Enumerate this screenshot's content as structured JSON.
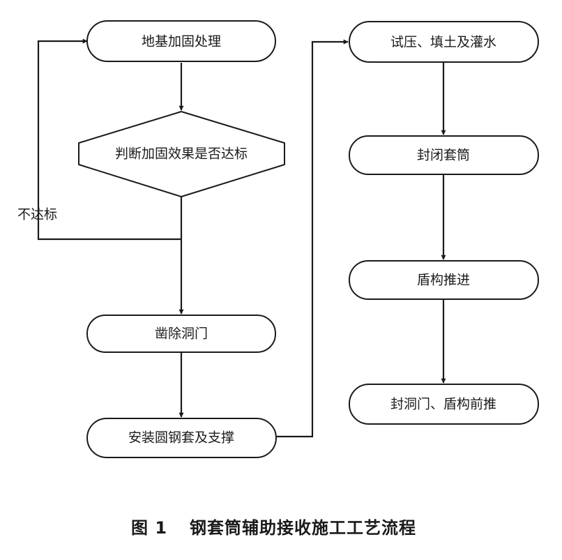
{
  "diagram": {
    "nodes": {
      "ground_reinforcement": "地基加固处理",
      "judge_reinforcement": "判断加固效果是否达标",
      "chisel_portal": "凿除洞门",
      "install_sleeve": "安装圆钢套及支撑",
      "pressure_test": "试压、填土及灌水",
      "seal_sleeve": "封闭套筒",
      "shield_advance": "盾构推进",
      "seal_and_push": "封洞门、盾构前推"
    },
    "edge_labels": {
      "not_met": "不达标"
    },
    "caption": {
      "figure_number": "图 1",
      "title": "钢套筒辅助接收施工工艺流程"
    }
  }
}
